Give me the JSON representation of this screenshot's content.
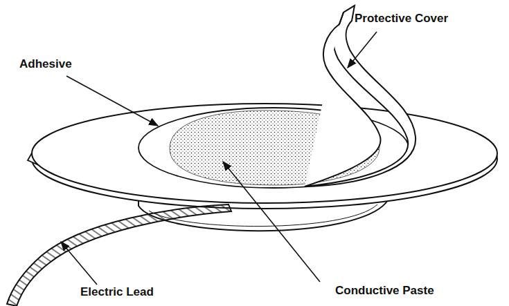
{
  "diagram": {
    "labels": [
      "Protective Cover",
      "Adhesive",
      "Conductive Paste",
      "Electric Lead"
    ]
  }
}
